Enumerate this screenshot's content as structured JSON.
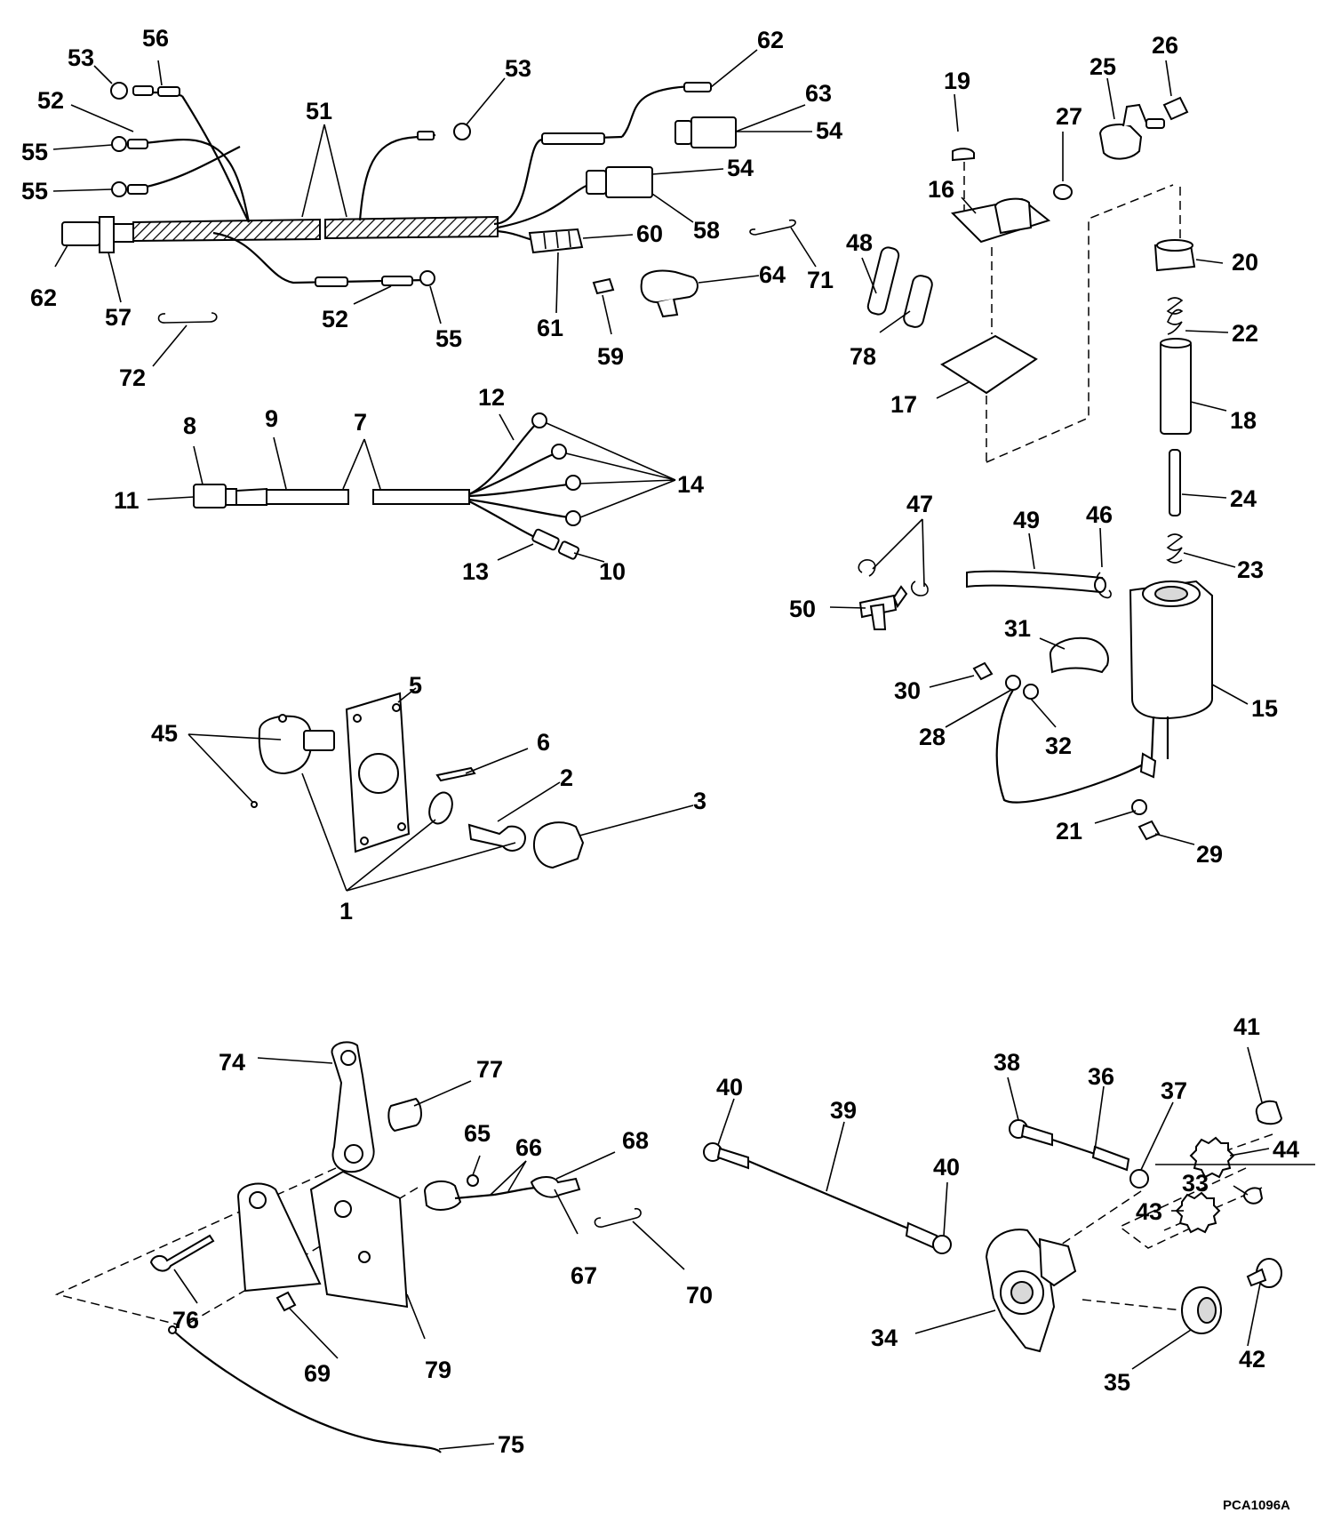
{
  "diagram": {
    "drawing_code": "PCA1096A",
    "callouts": [
      "1",
      "2",
      "3",
      "5",
      "6",
      "7",
      "8",
      "9",
      "10",
      "11",
      "12",
      "13",
      "14",
      "15",
      "16",
      "17",
      "18",
      "19",
      "20",
      "21",
      "22",
      "23",
      "24",
      "25",
      "26",
      "27",
      "28",
      "29",
      "30",
      "31",
      "32",
      "33",
      "34",
      "35",
      "36",
      "37",
      "38",
      "39",
      "40",
      "41",
      "42",
      "43",
      "44",
      "45",
      "46",
      "47",
      "48",
      "49",
      "50",
      "51",
      "52",
      "53",
      "54",
      "55",
      "56",
      "57",
      "58",
      "59",
      "60",
      "61",
      "62",
      "63",
      "64",
      "65",
      "66",
      "67",
      "68",
      "69",
      "70",
      "71",
      "72",
      "74",
      "75",
      "76",
      "77",
      "78",
      "79"
    ]
  }
}
